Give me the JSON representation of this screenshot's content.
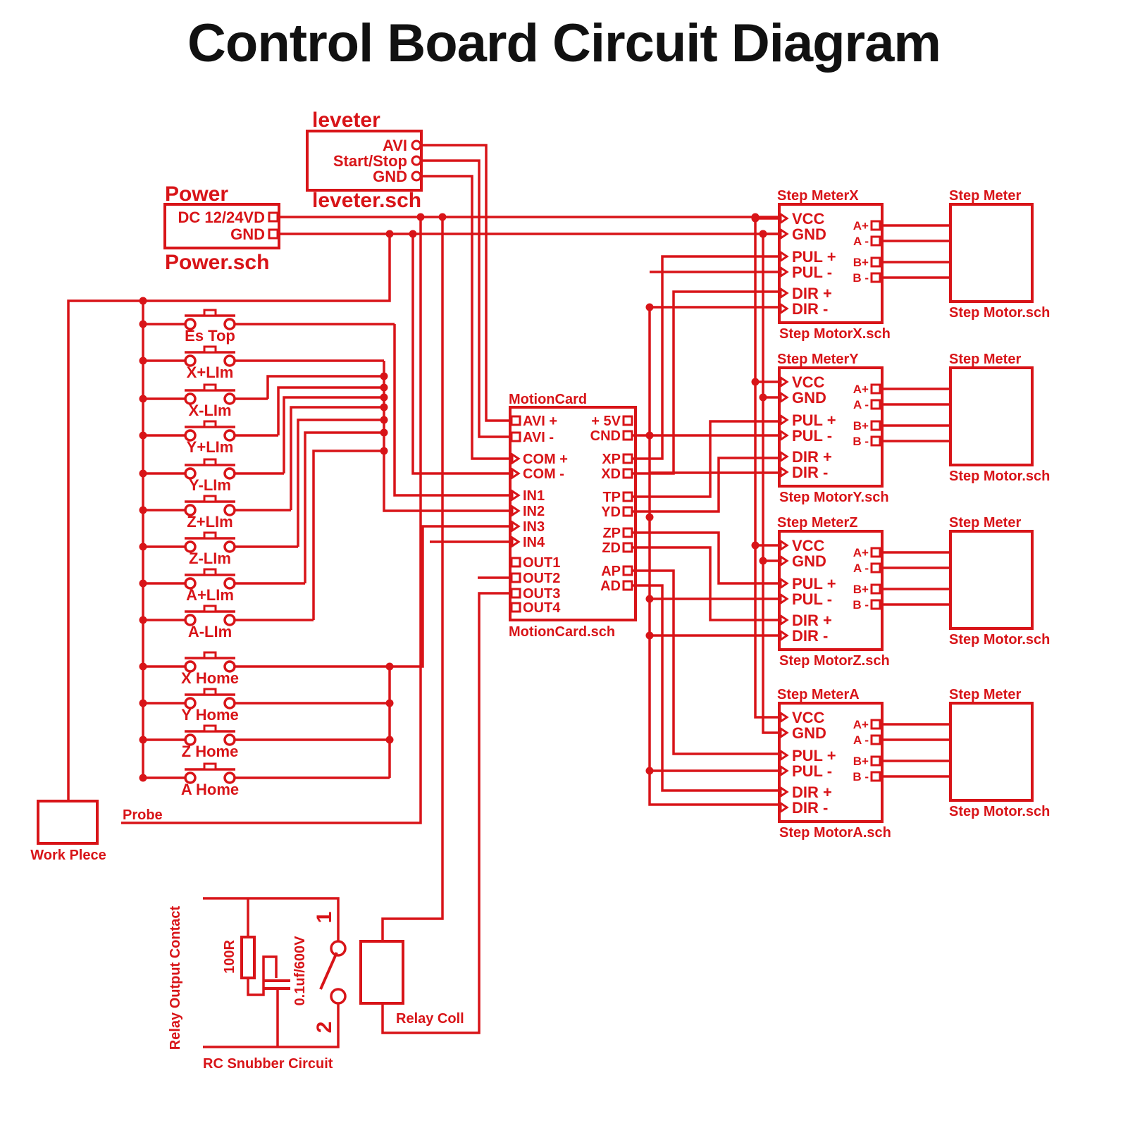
{
  "title": "Control Board Circuit Diagram",
  "colors": {
    "wire": "#d81418",
    "title": "#111111",
    "background": "#ffffff"
  },
  "leveter": {
    "name": "leveter",
    "file": "leveter.sch",
    "pins": [
      "AVI",
      "Start/Stop",
      "GND"
    ]
  },
  "power": {
    "name": "Power",
    "file": "Power.sch",
    "pins": [
      "DC 12/24VD",
      "GND"
    ]
  },
  "switches": [
    "Es Top",
    "X+LIm",
    "X-LIm",
    "Y+LIm",
    "Y-LIm",
    "Z+LIm",
    "Z-LIm",
    "A+LIm",
    "A-LIm",
    "X Home",
    "Y Home",
    "Z Home",
    "A Home"
  ],
  "workpiece": {
    "label": "Work Plece",
    "probe": "Probe"
  },
  "motion_card": {
    "name": "MotionCard",
    "file": "MotionCard.sch",
    "left_pins": [
      "AVI +",
      "AVI -",
      "COM +",
      "COM -",
      "IN1",
      "IN2",
      "IN3",
      "IN4",
      "OUT1",
      "OUT2",
      "OUT3",
      "OUT4"
    ],
    "right_pins": [
      "+ 5V",
      "CND",
      "XP",
      "XD",
      "TP",
      "YD",
      "ZP",
      "ZD",
      "AP",
      "AD"
    ]
  },
  "drivers": [
    {
      "name": "Step MeterX",
      "file": "Step MotorX.sch"
    },
    {
      "name": "Step MeterY",
      "file": "Step MotorY.sch"
    },
    {
      "name": "Step MeterZ",
      "file": "Step MotorZ.sch"
    },
    {
      "name": "Step MeterA",
      "file": "Step MotorA.sch"
    }
  ],
  "driver_left_pins": [
    "VCC",
    "GND",
    "PUL +",
    "PUL -",
    "DIR +",
    "DIR -"
  ],
  "driver_right_pins": [
    "A+",
    "A -",
    "B+",
    "B -"
  ],
  "motor": {
    "name": "Step Meter",
    "file": "Step Motor.sch"
  },
  "relay": {
    "contact_label": "Relay Output Contact",
    "snubber_label": "RC Snubber Circuit",
    "resistor": "100R",
    "capacitor": "0.1uf/600V",
    "pin1": "1",
    "pin2": "2",
    "coil_label": "Relay Coll"
  }
}
